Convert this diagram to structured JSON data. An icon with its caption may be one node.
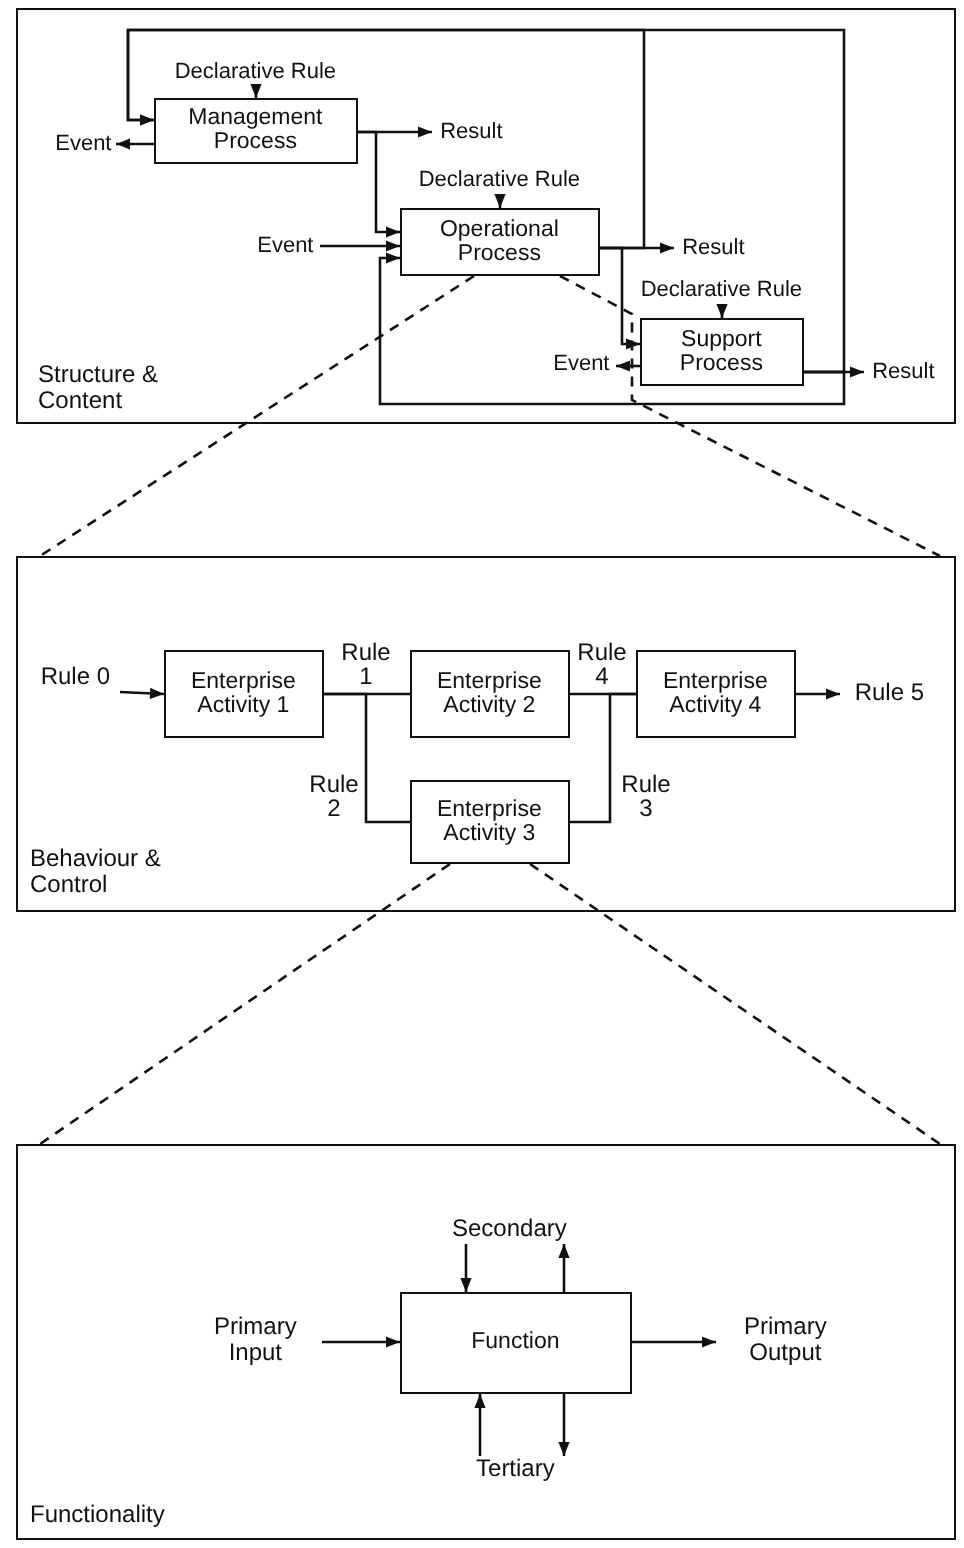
{
  "diagram": {
    "nodes": [
      {
        "text": [
          "Structure & Content"
        ]
      },
      {
        "text": [
          "Declarative Rule"
        ],
        "in": 0
      },
      {
        "text": [
          "Management Process"
        ],
        "in": 0
      },
      {
        "text": [
          "Event"
        ],
        "in": 0
      },
      {
        "text": [
          "Result"
        ],
        "in": 0
      },
      {
        "text": [
          "Declarative Rule"
        ],
        "in": 0
      },
      {
        "text": [
          "Operational Process"
        ],
        "in": 0
      },
      {
        "text": [
          "Event"
        ],
        "in": 0
      },
      {
        "text": [
          "Result"
        ],
        "in": 0
      },
      {
        "text": [
          "Declarative Rule"
        ],
        "in": 0
      },
      {
        "text": [
          "Support Process"
        ],
        "in": 0
      },
      {
        "text": [
          "Event"
        ],
        "in": 0
      },
      {
        "text": [
          "Result"
        ],
        "in": 0
      },
      {
        "text": [
          "Behaviour & Control"
        ]
      },
      {
        "text": [
          "Rule 0"
        ],
        "in": 13
      },
      {
        "text": [
          "Enterprise Activity 1"
        ],
        "in": 13
      },
      {
        "text": [
          "Enterprise Activity 2"
        ],
        "in": 13
      },
      {
        "text": [
          "Enterprise Activity 4"
        ],
        "in": 13
      },
      {
        "text": [
          "Rule 5"
        ],
        "in": 13
      },
      {
        "text": [
          "Enterprise Activity 3"
        ],
        "in": 13
      },
      {
        "text": [
          "Functionality"
        ]
      },
      {
        "text": [
          "Secondary"
        ],
        "in": 20
      },
      {
        "text": [
          "Primary Input"
        ],
        "in": 20
      },
      {
        "text": [
          "Function"
        ],
        "in": 20
      },
      {
        "text": [
          "Primary Output"
        ],
        "in": 20
      },
      {
        "text": [
          "Tertiary"
        ],
        "in": 20
      }
    ],
    "edges": [
      {
        "from": 1,
        "to": 2,
        "arrow": "to"
      },
      {
        "from": 2,
        "to": 3,
        "arrow": "to"
      },
      {
        "from": 2,
        "to": 4,
        "arrow": "to"
      },
      {
        "from": 2,
        "to": 6,
        "arrow": "to"
      },
      {
        "from": 5,
        "to": 6,
        "arrow": "to"
      },
      {
        "from": 7,
        "to": 6,
        "arrow": "to"
      },
      {
        "from": 6,
        "to": 8,
        "arrow": "to"
      },
      {
        "from": 6,
        "to": 2,
        "arrow": "to"
      },
      {
        "from": 6,
        "to": 10,
        "arrow": "to"
      },
      {
        "from": 9,
        "to": 10,
        "arrow": "to"
      },
      {
        "from": 10,
        "to": 11,
        "arrow": "to"
      },
      {
        "from": 10,
        "to": 12,
        "arrow": "to"
      },
      {
        "from": 10,
        "to": 2,
        "arrow": "to"
      },
      {
        "from": 10,
        "to": 6,
        "arrow": "to"
      },
      {
        "from": 6,
        "to": 13,
        "arrow": "none",
        "style": "dashed"
      },
      {
        "from": 6,
        "to": 13,
        "arrow": "none",
        "style": "dashed"
      },
      {
        "from": 14,
        "to": 15,
        "arrow": "to"
      },
      {
        "from": 15,
        "to": 16,
        "arrow": "none",
        "label": "Rule 1"
      },
      {
        "from": 15,
        "to": 19,
        "arrow": "none",
        "label": "Rule 2"
      },
      {
        "from": 16,
        "to": 17,
        "arrow": "none",
        "label": "Rule 4"
      },
      {
        "from": 19,
        "to": 17,
        "arrow": "none",
        "label": "Rule 3"
      },
      {
        "from": 17,
        "to": 18,
        "arrow": "to"
      },
      {
        "from": 19,
        "to": 20,
        "arrow": "none",
        "style": "dashed"
      },
      {
        "from": 19,
        "to": 20,
        "arrow": "none",
        "style": "dashed"
      },
      {
        "from": 22,
        "to": 23,
        "arrow": "to"
      },
      {
        "from": 23,
        "to": 24,
        "arrow": "to"
      },
      {
        "from": 21,
        "to": 23,
        "arrow": "to"
      },
      {
        "from": 23,
        "to": 21,
        "arrow": "to"
      },
      {
        "from": 25,
        "to": 23,
        "arrow": "to"
      },
      {
        "from": 23,
        "to": 25,
        "arrow": "to"
      }
    ]
  }
}
